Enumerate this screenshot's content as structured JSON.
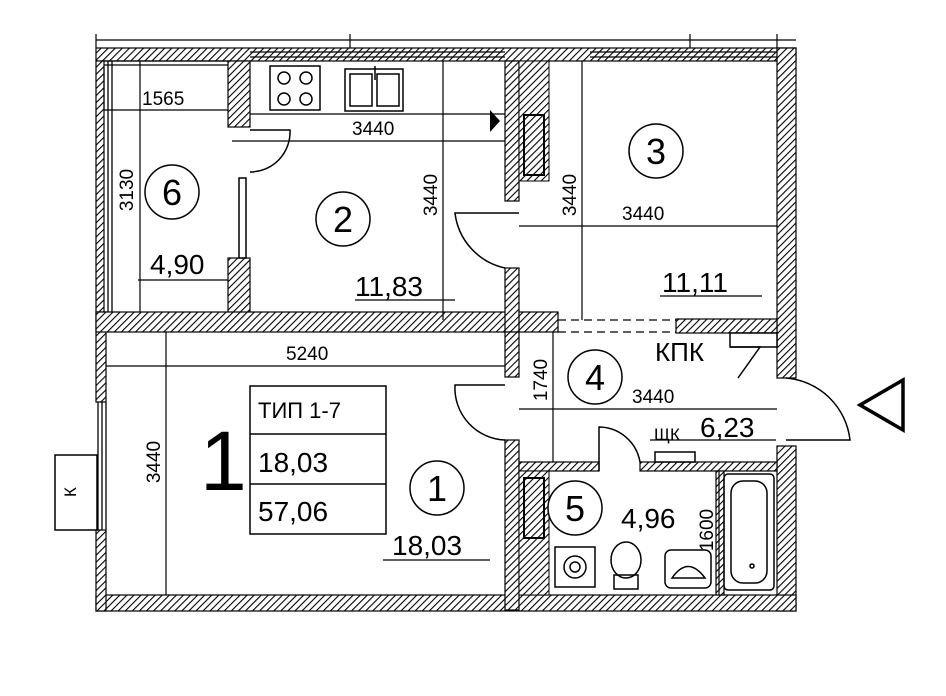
{
  "plan": {
    "apartment_number": "1",
    "type_label": "ТИП 1-7",
    "living_area": "18,03",
    "total_area": "57,06",
    "entrance_symbol": "◁",
    "rooms": [
      {
        "id": "1",
        "area": "18,03"
      },
      {
        "id": "2",
        "area": "11,83"
      },
      {
        "id": "3",
        "area": "11,11"
      },
      {
        "id": "4",
        "area": "6,23"
      },
      {
        "id": "5",
        "area": "4,96"
      },
      {
        "id": "6",
        "area": "4,90"
      }
    ],
    "dimensions": {
      "balcony_width": "1565",
      "balcony_height": "3130",
      "kitchen_width": "3440",
      "kitchen_height": "3440",
      "bedroom_width": "3440",
      "bedroom_height": "3440",
      "living_width": "5240",
      "living_height": "3440",
      "hall_height": "1740",
      "hall_width": "3440",
      "bath_height": "1600"
    },
    "labels": {
      "kpk": "КПК",
      "shk": "ЩК",
      "k": "К"
    }
  }
}
